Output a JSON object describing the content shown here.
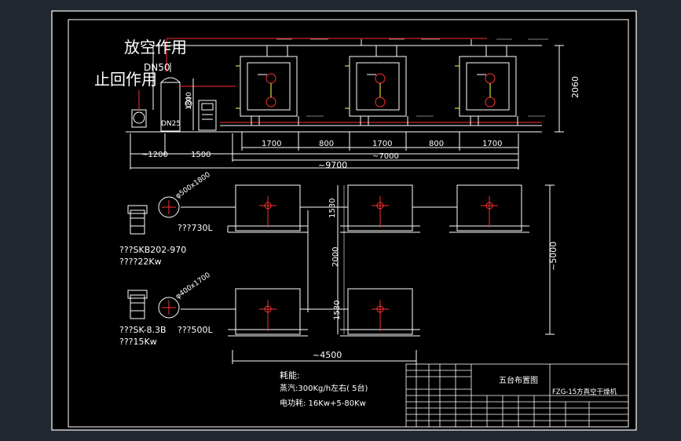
{
  "annotations": {
    "vent": "放空作用",
    "check": "止回作用",
    "dn50": "DN50",
    "dn25": "DN25",
    "h1800": "1800",
    "h2060": "2060"
  },
  "dimensions": {
    "d1200": "~1200",
    "d1500": "1500",
    "d1700a": "1700",
    "d800a": "800",
    "d1700b": "1700",
    "d800b": "800",
    "d1700c": "1700",
    "d7000": "~7000",
    "d9700": "~9700",
    "v1530a": "1530",
    "v2000": "2000",
    "v1530b": "1530",
    "v5000": "~5000",
    "d4500": "~4500"
  },
  "equipment": {
    "tank1": "φ500x1800",
    "tank2": "φ400x1700",
    "vol1": "???730L",
    "vol2": "???500L",
    "pump1_model": "???SKB202-970",
    "pump1_power": "????22Kw",
    "pump2_model": "???SK-8.3B",
    "pump2_power": "???15Kw"
  },
  "notes": {
    "heading": "耗能:",
    "steam": "蒸汽:300Kg/h左右( 5台)",
    "power": "电功耗: 16Kw+5-80Kw"
  },
  "titleblock": {
    "drawing_name": "五台布置图",
    "product": "FZG-15方真空干燥机"
  }
}
